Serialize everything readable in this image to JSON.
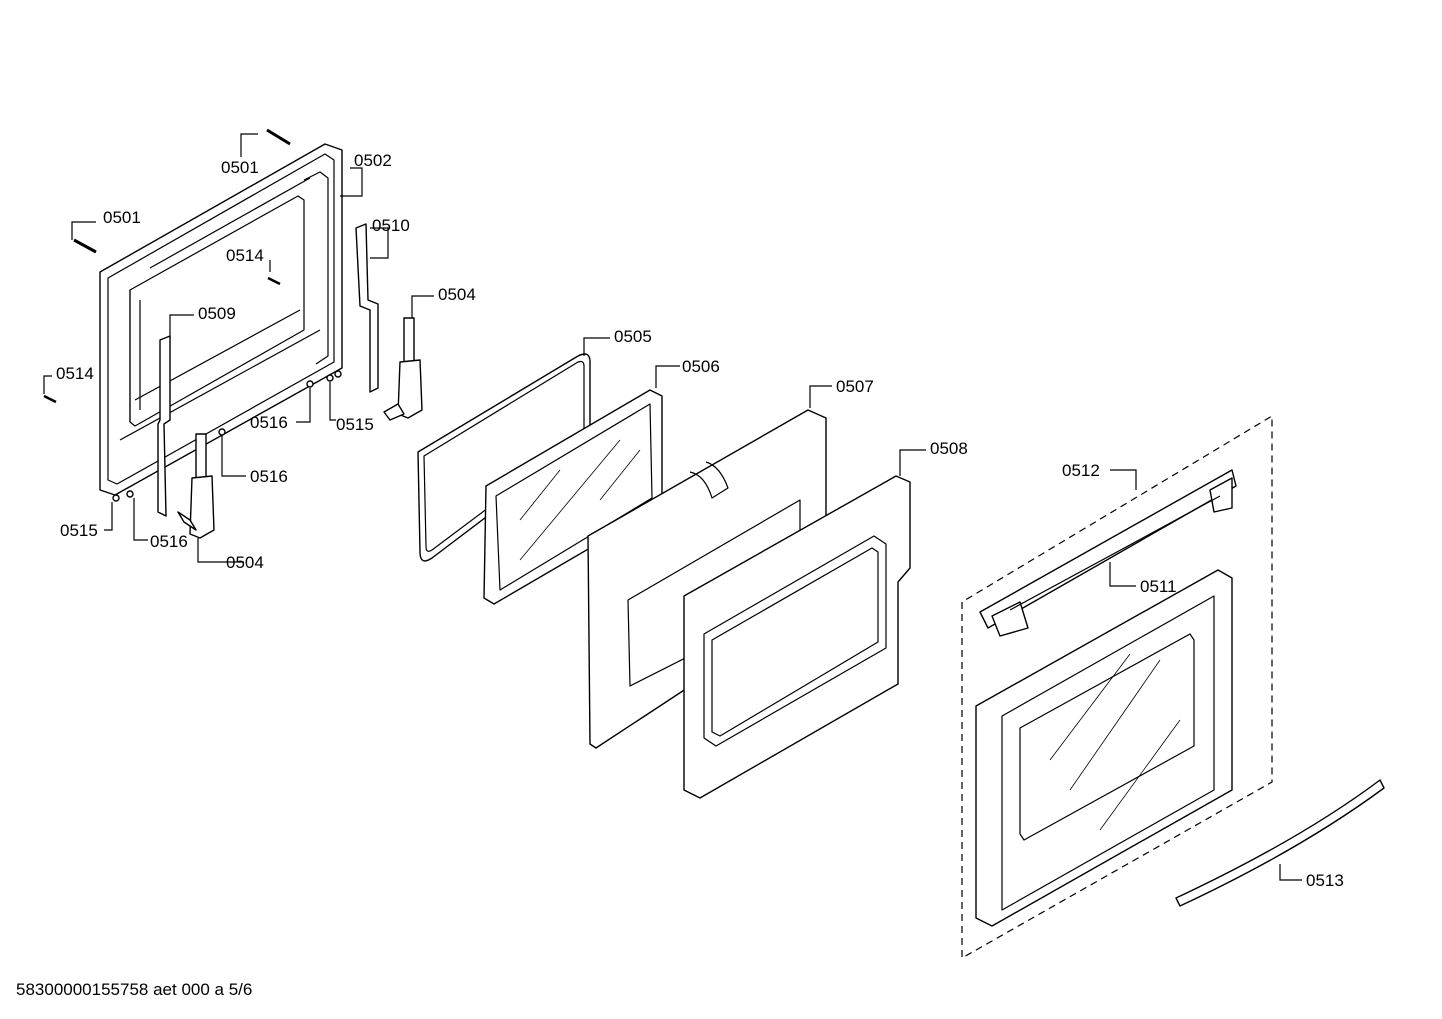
{
  "callouts": [
    "0501",
    "0501",
    "0502",
    "0510",
    "0514",
    "0509",
    "0504",
    "0514",
    "0516",
    "0515",
    "0516",
    "0515",
    "0516",
    "0504",
    "0505",
    "0506",
    "0507",
    "0508",
    "0512",
    "0511",
    "0513"
  ],
  "footer": "58300000155758 aet 000 a 5/6",
  "colors": {
    "line": "#000000",
    "background": "#ffffff"
  }
}
